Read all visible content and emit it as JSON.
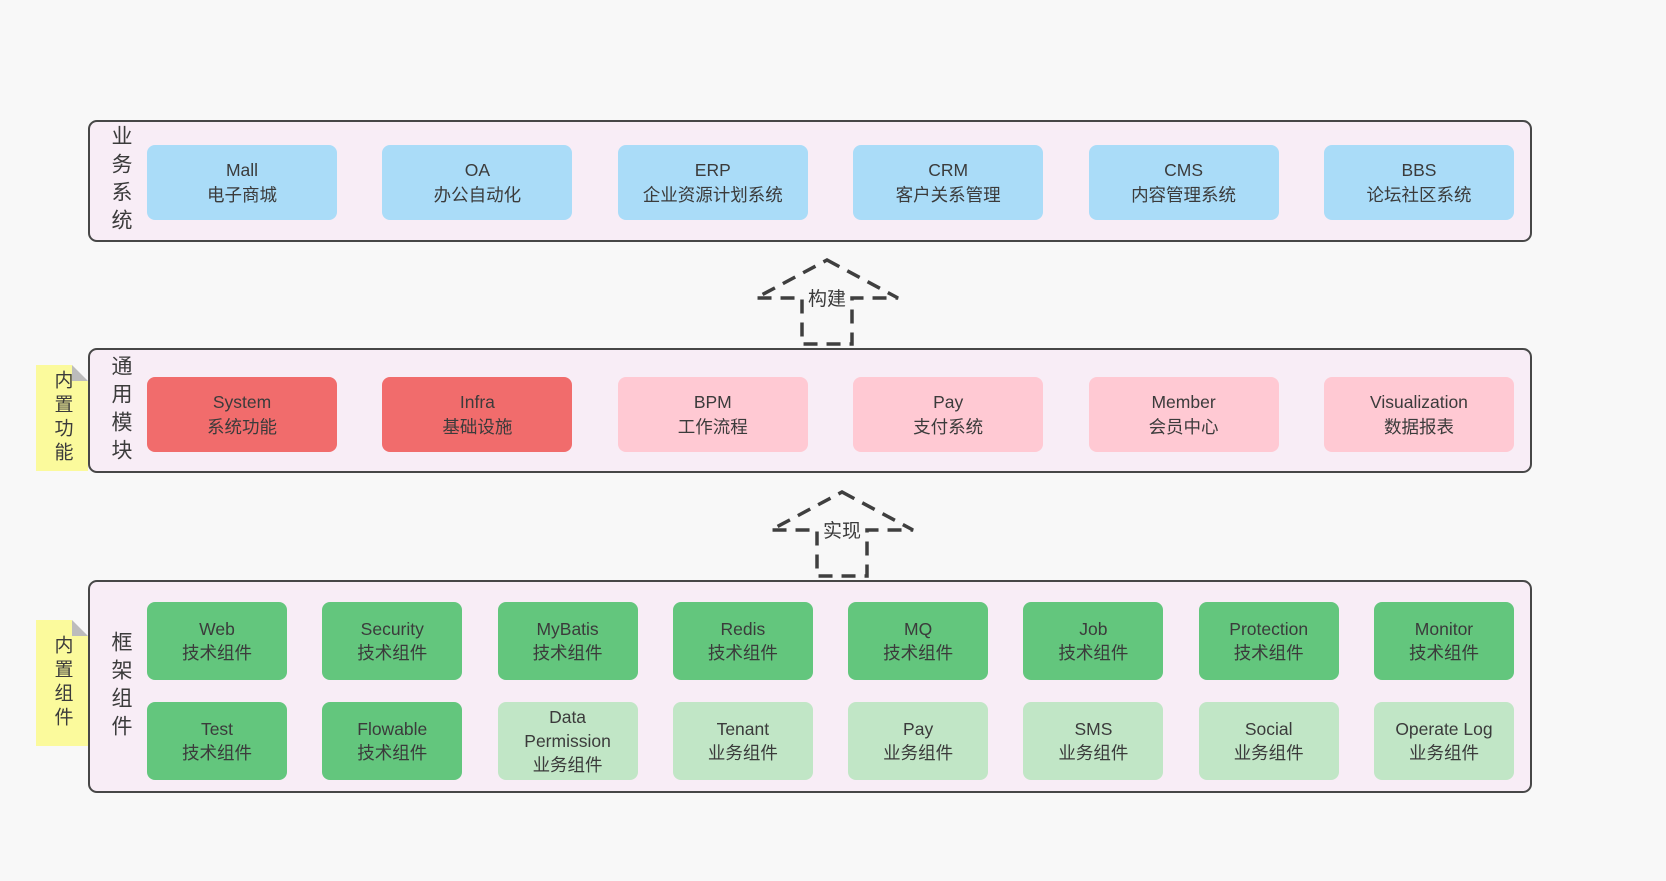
{
  "colors": {
    "page-bg": "#f8f8f8",
    "container-bg": "#f8edf6",
    "border": "#474747",
    "text": "#3b3b3b",
    "blue": "#aadcf8",
    "red": "#f16c6c",
    "pink": "#ffc9d3",
    "green": "#63c67d",
    "lightgreen": "#c1e6c6",
    "yellow": "#fbfa9c",
    "fold": "#bcbcbc",
    "arrow-stroke": "#3f3f3f"
  },
  "arrows": {
    "build": "构建",
    "implement": "实现"
  },
  "business": {
    "label": "业务系统",
    "items": [
      {
        "name": "Mall",
        "desc": "电子商城",
        "variant": "blue"
      },
      {
        "name": "OA",
        "desc": "办公自动化",
        "variant": "blue"
      },
      {
        "name": "ERP",
        "desc": "企业资源计划系统",
        "variant": "blue"
      },
      {
        "name": "CRM",
        "desc": "客户关系管理",
        "variant": "blue"
      },
      {
        "name": "CMS",
        "desc": "内容管理系统",
        "variant": "blue"
      },
      {
        "name": "BBS",
        "desc": "论坛社区系统",
        "variant": "blue"
      }
    ]
  },
  "modules": {
    "label": "通用模块",
    "note": "内置功能",
    "items": [
      {
        "name": "System",
        "desc": "系统功能",
        "variant": "red"
      },
      {
        "name": "Infra",
        "desc": "基础设施",
        "variant": "red"
      },
      {
        "name": "BPM",
        "desc": "工作流程",
        "variant": "pink"
      },
      {
        "name": "Pay",
        "desc": "支付系统",
        "variant": "pink"
      },
      {
        "name": "Member",
        "desc": "会员中心",
        "variant": "pink"
      },
      {
        "name": "Visualization",
        "desc": "数据报表",
        "variant": "pink"
      }
    ]
  },
  "framework": {
    "label": "框架组件",
    "note": "内置组件",
    "row1": [
      {
        "name": "Web",
        "desc": "技术组件",
        "variant": "green"
      },
      {
        "name": "Security",
        "desc": "技术组件",
        "variant": "green"
      },
      {
        "name": "MyBatis",
        "desc": "技术组件",
        "variant": "green"
      },
      {
        "name": "Redis",
        "desc": "技术组件",
        "variant": "green"
      },
      {
        "name": "MQ",
        "desc": "技术组件",
        "variant": "green"
      },
      {
        "name": "Job",
        "desc": "技术组件",
        "variant": "green"
      },
      {
        "name": "Protection",
        "desc": "技术组件",
        "variant": "green"
      },
      {
        "name": "Monitor",
        "desc": "技术组件",
        "variant": "green"
      }
    ],
    "row2": [
      {
        "name": "Test",
        "desc": "技术组件",
        "variant": "green"
      },
      {
        "name": "Flowable",
        "desc": "技术组件",
        "variant": "green"
      },
      {
        "name": "Data Permission",
        "desc": "业务组件",
        "variant": "lightgreen"
      },
      {
        "name": "Tenant",
        "desc": "业务组件",
        "variant": "lightgreen"
      },
      {
        "name": "Pay",
        "desc": "业务组件",
        "variant": "lightgreen"
      },
      {
        "name": "SMS",
        "desc": "业务组件",
        "variant": "lightgreen"
      },
      {
        "name": "Social",
        "desc": "业务组件",
        "variant": "lightgreen"
      },
      {
        "name": "Operate Log",
        "desc": "业务组件",
        "variant": "lightgreen"
      }
    ]
  }
}
